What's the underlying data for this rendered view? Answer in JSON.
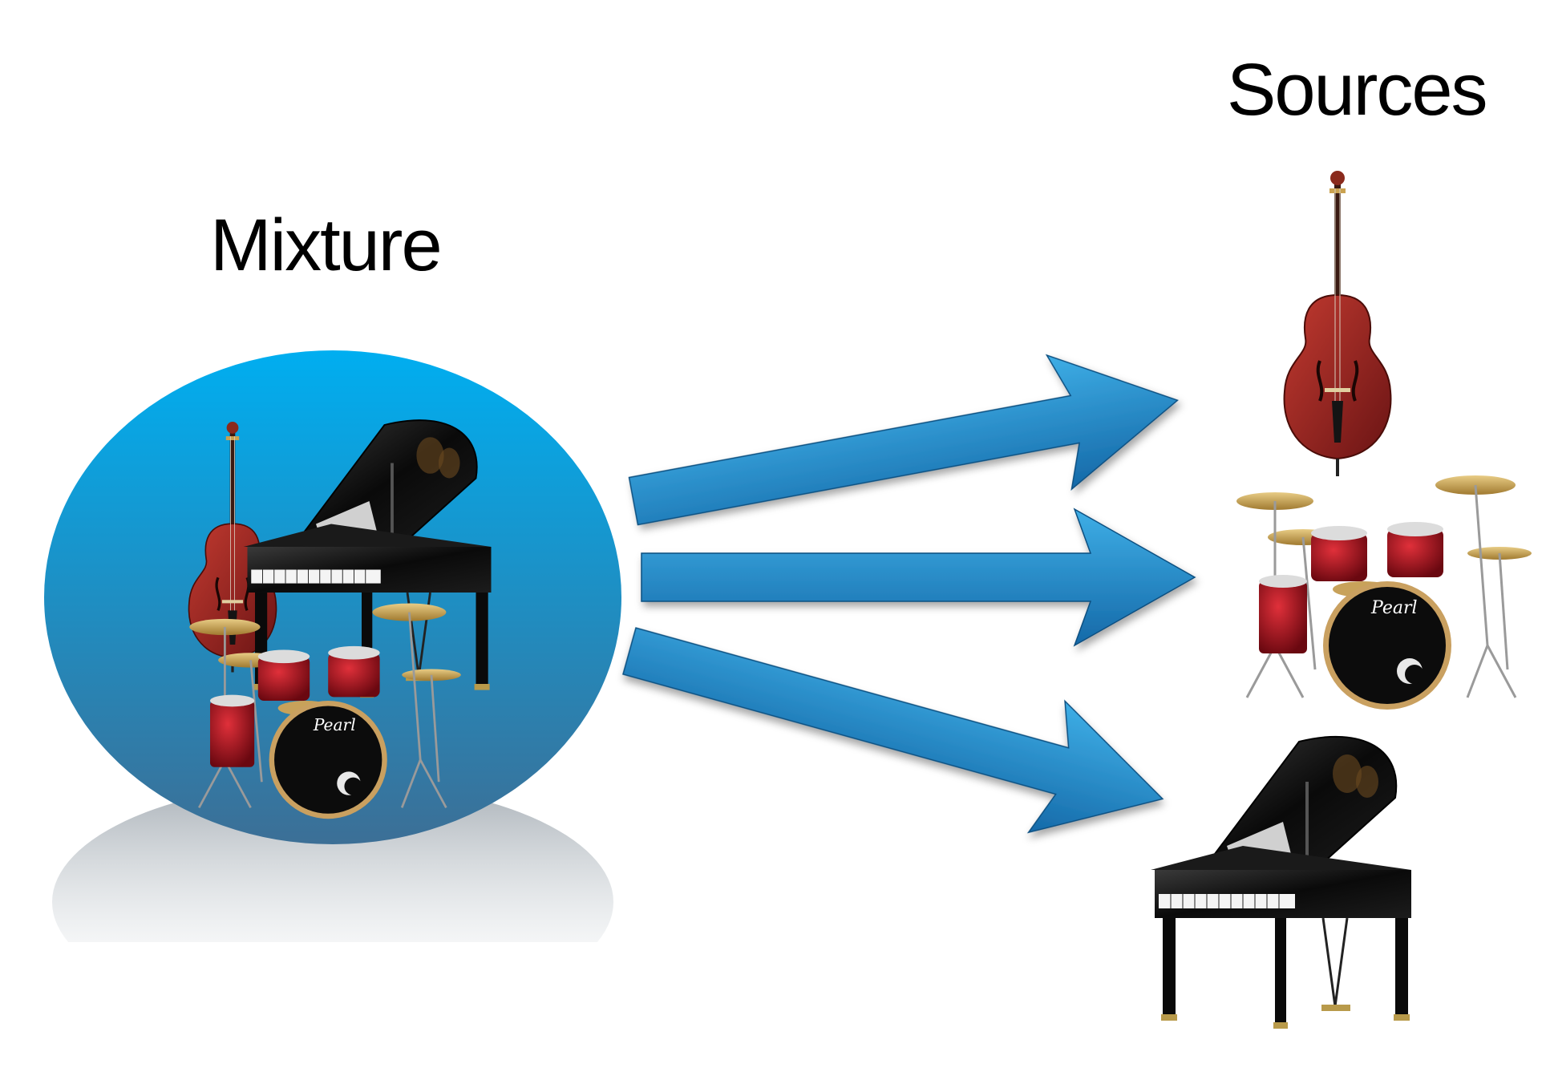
{
  "labels": {
    "mixture": "Mixture",
    "sources": "Sources"
  },
  "instruments": {
    "mixture_group": [
      "double-bass",
      "grand-piano",
      "drum-kit"
    ],
    "sources": [
      "double-bass",
      "drum-kit",
      "grand-piano"
    ]
  },
  "colors": {
    "circle_top": "#00aef0",
    "circle_bottom": "#3c6f96",
    "arrow_top": "#3eaee6",
    "arrow_bottom": "#1569a8",
    "bass_wood": "#a22020",
    "drum_shell": "#b81020",
    "piano_body": "#0c0c0c",
    "cymbal": "#c9a45a"
  }
}
